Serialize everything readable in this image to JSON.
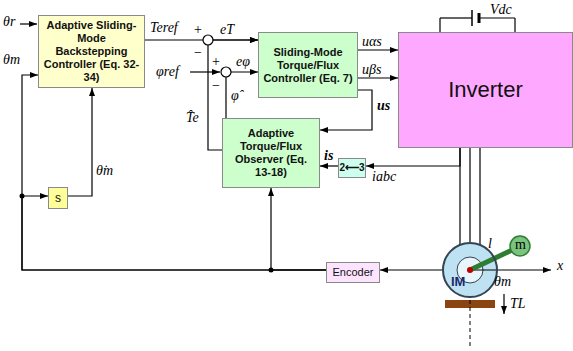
{
  "diagram": {
    "nodes": [
      {
        "text": [
          "Adaptive Sliding-Mode Backstepping Controller (Eq. 32-34)"
        ]
      },
      {
        "text": [
          "Sliding-Mode Torque/Flux Controller (Eq. 7)"
        ]
      },
      {
        "text": [
          "Inverter"
        ]
      },
      {
        "text": [
          "Adaptive Torque/Flux Observer (Eq. 13-18)"
        ]
      },
      {
        "text": [
          "2⟵3"
        ]
      },
      {
        "text": [
          "s"
        ]
      },
      {
        "text": [
          "IM"
        ]
      },
      {
        "text": [
          "Encoder"
        ]
      }
    ],
    "edges": [
      {
        "from": 0,
        "to": 1,
        "arrow": "to"
      },
      {
        "from": 3,
        "to": 1,
        "arrow": "to"
      },
      {
        "from": 3,
        "to": 1,
        "arrow": "to"
      },
      {
        "from": 1,
        "to": 2,
        "arrow": "to"
      },
      {
        "from": 1,
        "to": 2,
        "arrow": "to"
      },
      {
        "from": 1,
        "to": 3,
        "arrow": "to"
      },
      {
        "from": 2,
        "to": 6,
        "arrow": "none"
      },
      {
        "from": 2,
        "to": 4,
        "arrow": "to"
      },
      {
        "from": 4,
        "to": 3,
        "arrow": "to"
      },
      {
        "from": 6,
        "to": 7,
        "arrow": "to"
      },
      {
        "from": 7,
        "to": 0,
        "arrow": "to"
      },
      {
        "from": 7,
        "to": 5,
        "arrow": "to"
      },
      {
        "from": 7,
        "to": 3,
        "arrow": "to"
      },
      {
        "from": 5,
        "to": 0,
        "arrow": "to"
      }
    ],
    "labels": [
      "θr",
      "θm",
      "Teref",
      "+",
      "−",
      "eT",
      "φref",
      "+",
      "−",
      "eφ",
      "uαs",
      "uβs",
      "Vdc",
      "φ̂",
      "T̂e",
      "us",
      "is",
      "iabc",
      "θ̇m",
      "l",
      "m",
      "x",
      "θm",
      "TL"
    ]
  }
}
